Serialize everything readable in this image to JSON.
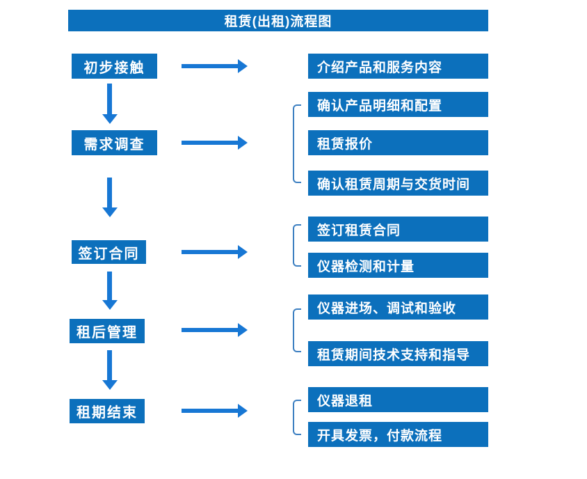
{
  "title": "租赁(出租)流程图",
  "steps": [
    {
      "label": "初步接触"
    },
    {
      "label": "需求调查"
    },
    {
      "label": "签订合同"
    },
    {
      "label": "租后管理"
    },
    {
      "label": "租期结束"
    }
  ],
  "details": [
    [
      "介绍产品和服务内容"
    ],
    [
      "确认产品明细和配置",
      "租赁报价",
      "确认租赁周期与交货时间"
    ],
    [
      "签订租赁合同",
      "仪器检测和计量"
    ],
    [
      "仪器进场、调试和验收",
      "租赁期间技术支持和指导"
    ],
    [
      "仪器退租",
      "开具发票，付款流程"
    ]
  ],
  "colors": {
    "box": "#0c70bc",
    "arrow": "#1777d4",
    "bracket": "#3c7fc1",
    "text": "#ffffff",
    "background": "#ffffff"
  }
}
